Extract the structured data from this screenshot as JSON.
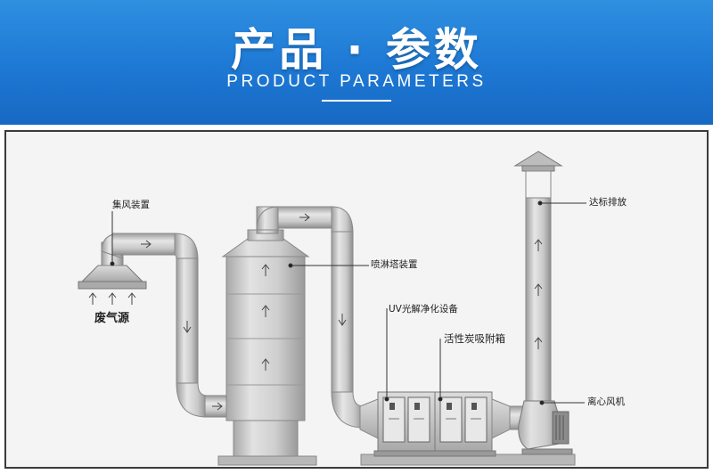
{
  "header": {
    "title": "产品 · 参数",
    "subtitle": "PRODUCT PARAMETERS"
  },
  "diagram": {
    "labels": {
      "hood": "集风装置",
      "source": "废气源",
      "spray_tower": "喷淋塔装置",
      "uv": "UV光解净化设备",
      "carbon": "活性炭吸附箱",
      "stack": "达标排放",
      "fan": "离心风机"
    }
  },
  "colors": {
    "banner": "#1d78d4",
    "frame_border": "#3a3a3a",
    "equipment": "#c4c4c4"
  }
}
